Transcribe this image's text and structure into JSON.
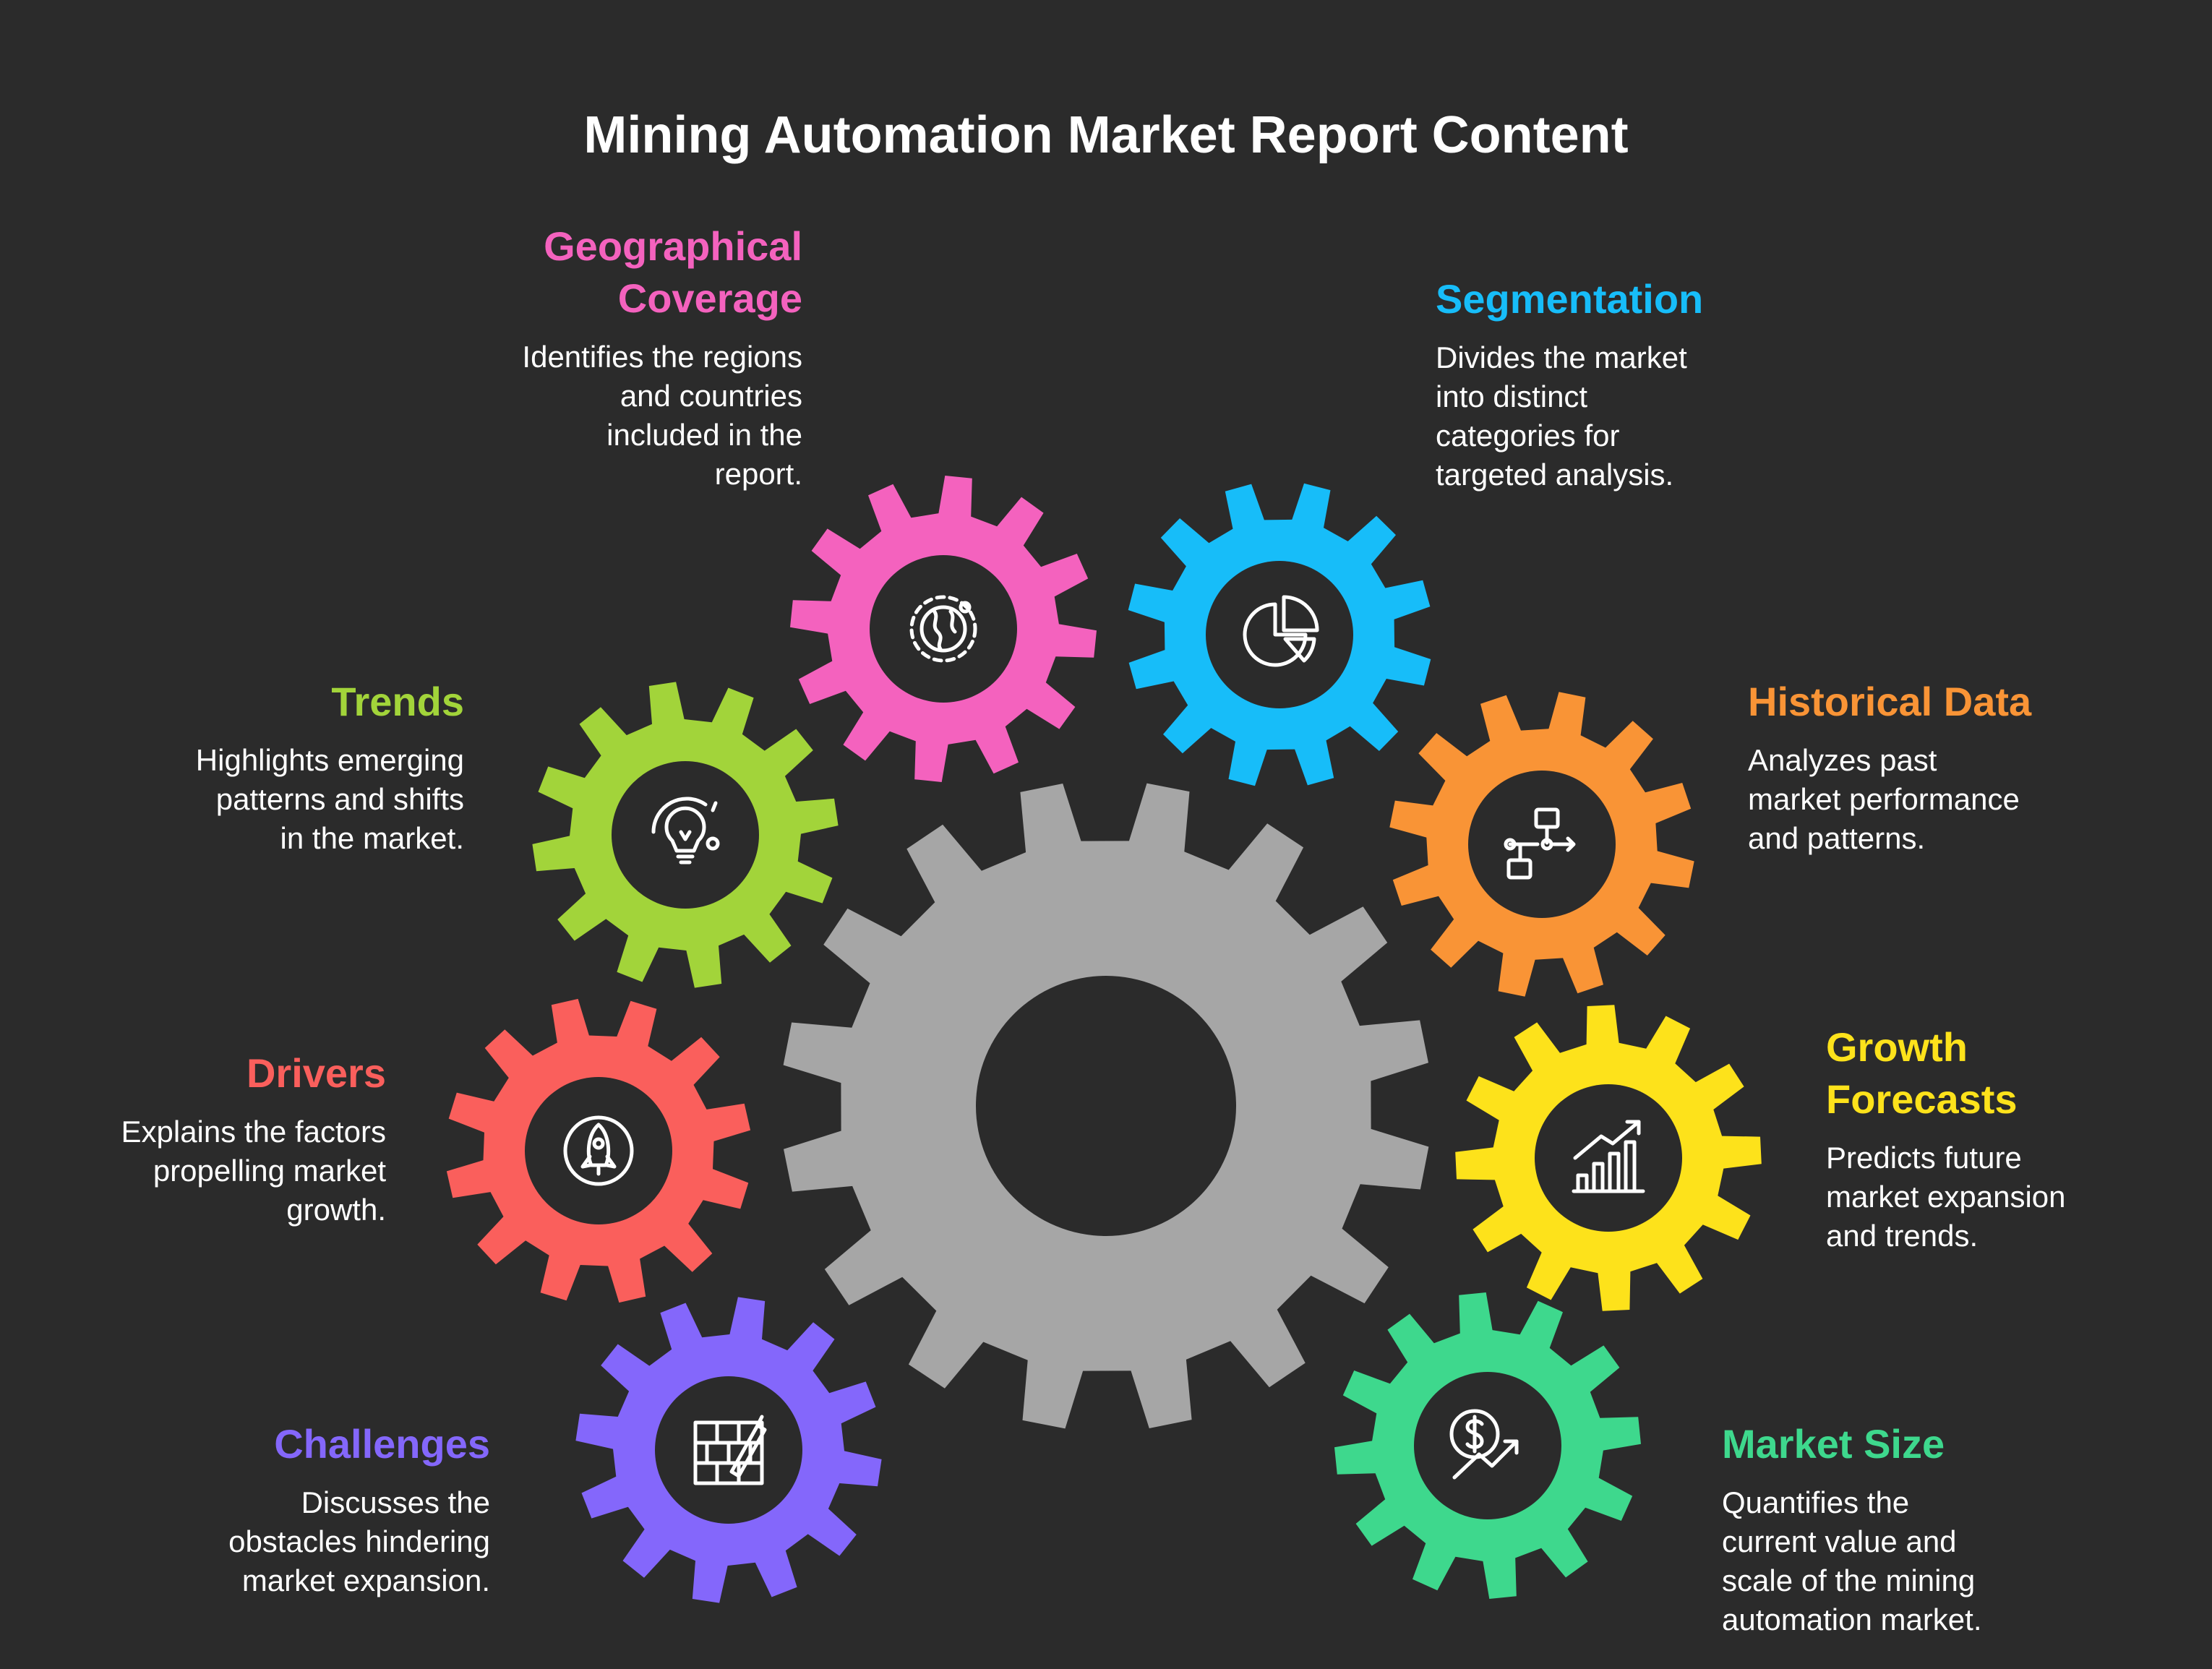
{
  "title": "Mining Automation Market Report Content",
  "colors": {
    "background": "#2b2b2b",
    "main_gear": "#a6a6a6",
    "icon_stroke": "#ffffff"
  },
  "items": [
    {
      "key": "geographical",
      "heading": "Geographical\nCoverage",
      "description": "Identifies the regions\nand countries\nincluded in the\nreport.",
      "color": "#f462be",
      "icon": "globe-icon"
    },
    {
      "key": "segmentation",
      "heading": "Segmentation",
      "description": "Divides the market\ninto distinct\ncategories for\ntargeted analysis.",
      "color": "#17bdf9",
      "icon": "pie-chart-icon"
    },
    {
      "key": "trends",
      "heading": "Trends",
      "description": "Highlights emerging\npatterns and shifts\nin the market.",
      "color": "#a2d43a",
      "icon": "lightbulb-icon"
    },
    {
      "key": "historical",
      "heading": "Historical Data",
      "description": "Analyzes past\nmarket performance\nand patterns.",
      "color": "#f99436",
      "icon": "flowchart-icon"
    },
    {
      "key": "drivers",
      "heading": "Drivers",
      "description": "Explains the factors\npropelling market\ngrowth.",
      "color": "#fa5f5c",
      "icon": "rocket-icon"
    },
    {
      "key": "growth",
      "heading": "Growth\nForecasts",
      "description": "Predicts future\nmarket expansion\nand trends.",
      "color": "#fde21b",
      "icon": "bar-chart-growth-icon"
    },
    {
      "key": "challenges",
      "heading": "Challenges",
      "description": "Discusses the\nobstacles hindering\nmarket expansion.",
      "color": "#8467fb",
      "icon": "brick-wall-icon"
    },
    {
      "key": "market_size",
      "heading": "Market Size",
      "description": "Quantifies the\ncurrent value and\nscale of the mining\nautomation market.",
      "color": "#3ed88d",
      "icon": "dollar-growth-icon"
    }
  ]
}
